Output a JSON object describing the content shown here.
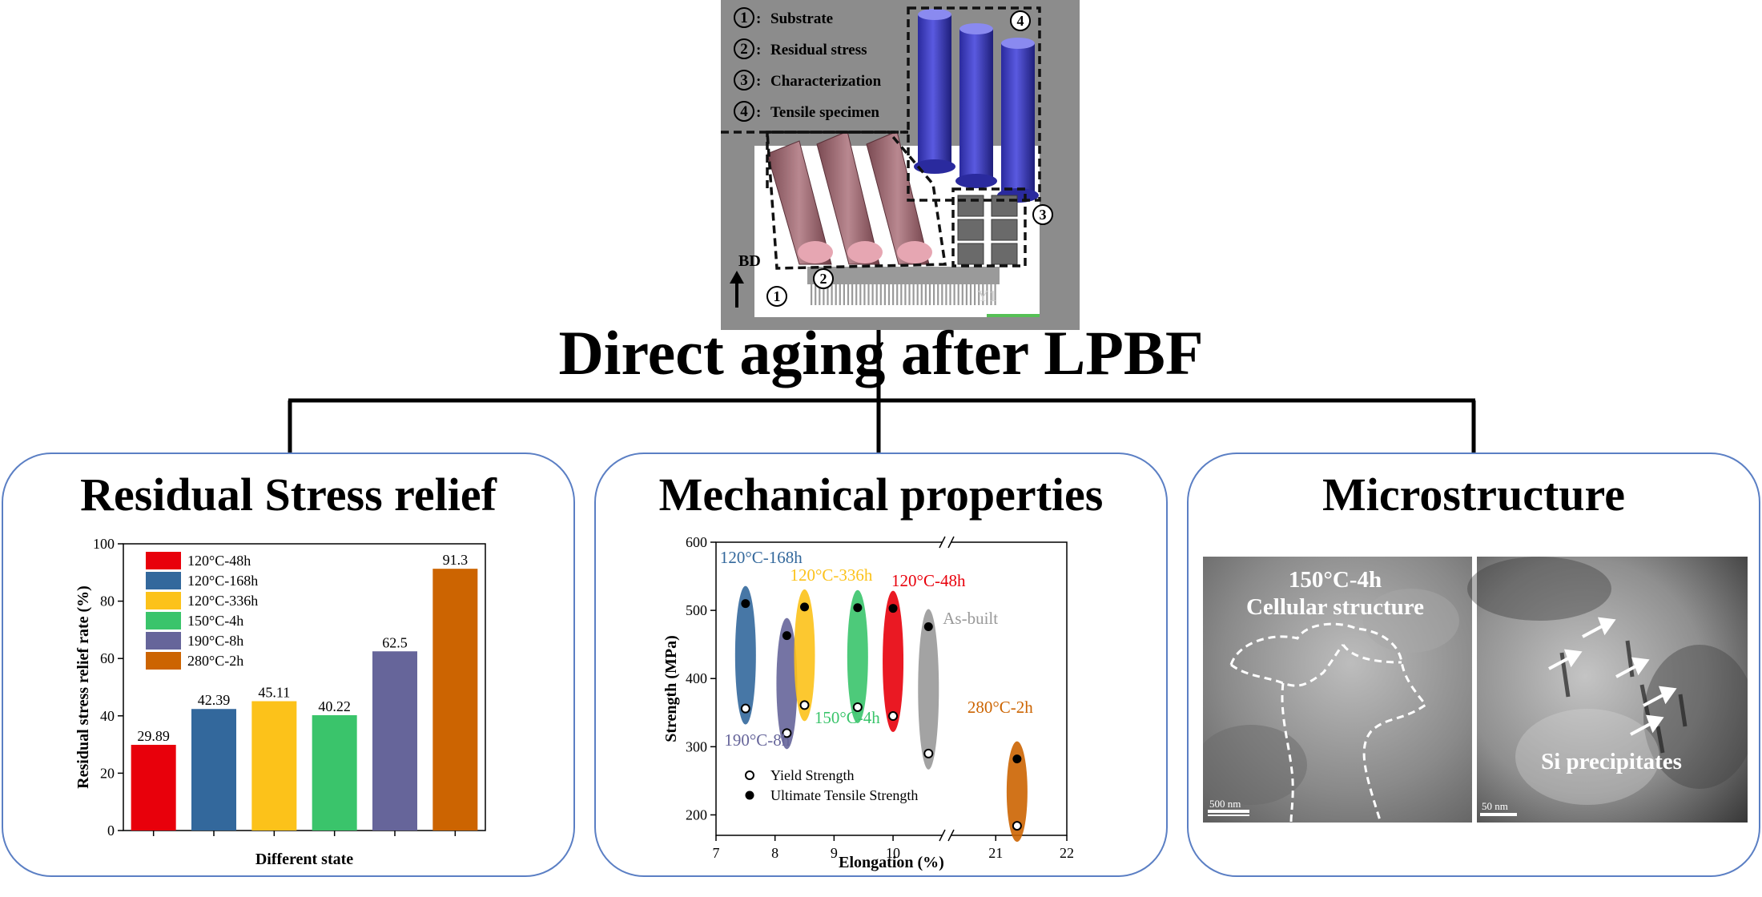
{
  "layout_graphic": {
    "legend": [
      {
        "num": "1",
        "text": "Substrate"
      },
      {
        "num": "2",
        "text": "Residual stress"
      },
      {
        "num": "3",
        "text": "Characterization"
      },
      {
        "num": "4",
        "text": "Tensile specimen"
      }
    ],
    "bd_label": "BD",
    "plate_mark": "Y1",
    "callouts": [
      "1",
      "2",
      "3",
      "4"
    ]
  },
  "main_title": "Direct aging after LPBF",
  "panels": {
    "stress": {
      "title": "Residual Stress relief"
    },
    "mechanical": {
      "title": "Mechanical properties"
    },
    "micro": {
      "title": "Microstructure",
      "left_label_line1": "150°C-4h",
      "left_label_line2": "Cellular structure",
      "right_label": "Si precipitates",
      "left_scale": "500 nm",
      "right_scale": "50 nm"
    }
  },
  "chart_data": [
    {
      "type": "bar",
      "categories": [
        "120°C-48h",
        "120°C-168h",
        "120°C-336h",
        "150°C-4h",
        "190°C-8h",
        "280°C-2h"
      ],
      "values": [
        29.89,
        42.39,
        45.11,
        40.22,
        62.5,
        91.3
      ],
      "value_labels": [
        "29.89",
        "42.39",
        "45.11",
        "40.22",
        "62.5",
        "91.3"
      ],
      "colors": [
        "#e8000b",
        "#33689c",
        "#fcc21a",
        "#3ac46b",
        "#66659a",
        "#cc6401"
      ],
      "xlabel": "Different state",
      "ylabel": "Residual stress relief rate (%)",
      "ylim": [
        0,
        100
      ],
      "yticks": [
        "0",
        "20",
        "40",
        "60",
        "80",
        "100"
      ],
      "legend_position": "top-left"
    },
    {
      "type": "scatter",
      "xlabel": "Elongation (%)",
      "ylabel": "Strength (MPa)",
      "ylim": [
        170,
        600
      ],
      "yticks": [
        "200",
        "300",
        "400",
        "500",
        "600"
      ],
      "xticks": [
        "7",
        "8",
        "9",
        "10",
        "21",
        "22"
      ],
      "x_axis_break": [
        10.8,
        20.4
      ],
      "legend": [
        "Yield Strength",
        "Ultimate Tensile Strength"
      ],
      "legend_position": "bottom-left",
      "series": [
        {
          "name": "120°C-168h",
          "color": "#33689c",
          "elongation": 7.5,
          "yield": 356,
          "uts": 510
        },
        {
          "name": "190°C-8h",
          "color": "#66659a",
          "elongation": 8.2,
          "yield": 320,
          "uts": 463
        },
        {
          "name": "120°C-336h",
          "color": "#fcc21a",
          "elongation": 8.5,
          "yield": 361,
          "uts": 505
        },
        {
          "name": "150°C-4h",
          "color": "#3ac46b",
          "elongation": 9.4,
          "yield": 358,
          "uts": 504
        },
        {
          "name": "120°C-48h",
          "color": "#e8000b",
          "elongation": 10.0,
          "yield": 345,
          "uts": 503
        },
        {
          "name": "As-built",
          "color": "#999999",
          "elongation": 10.6,
          "yield": 290,
          "uts": 476
        },
        {
          "name": "280°C-2h",
          "color": "#cc6401",
          "elongation": 21.3,
          "yield": 184,
          "uts": 282
        }
      ]
    }
  ]
}
